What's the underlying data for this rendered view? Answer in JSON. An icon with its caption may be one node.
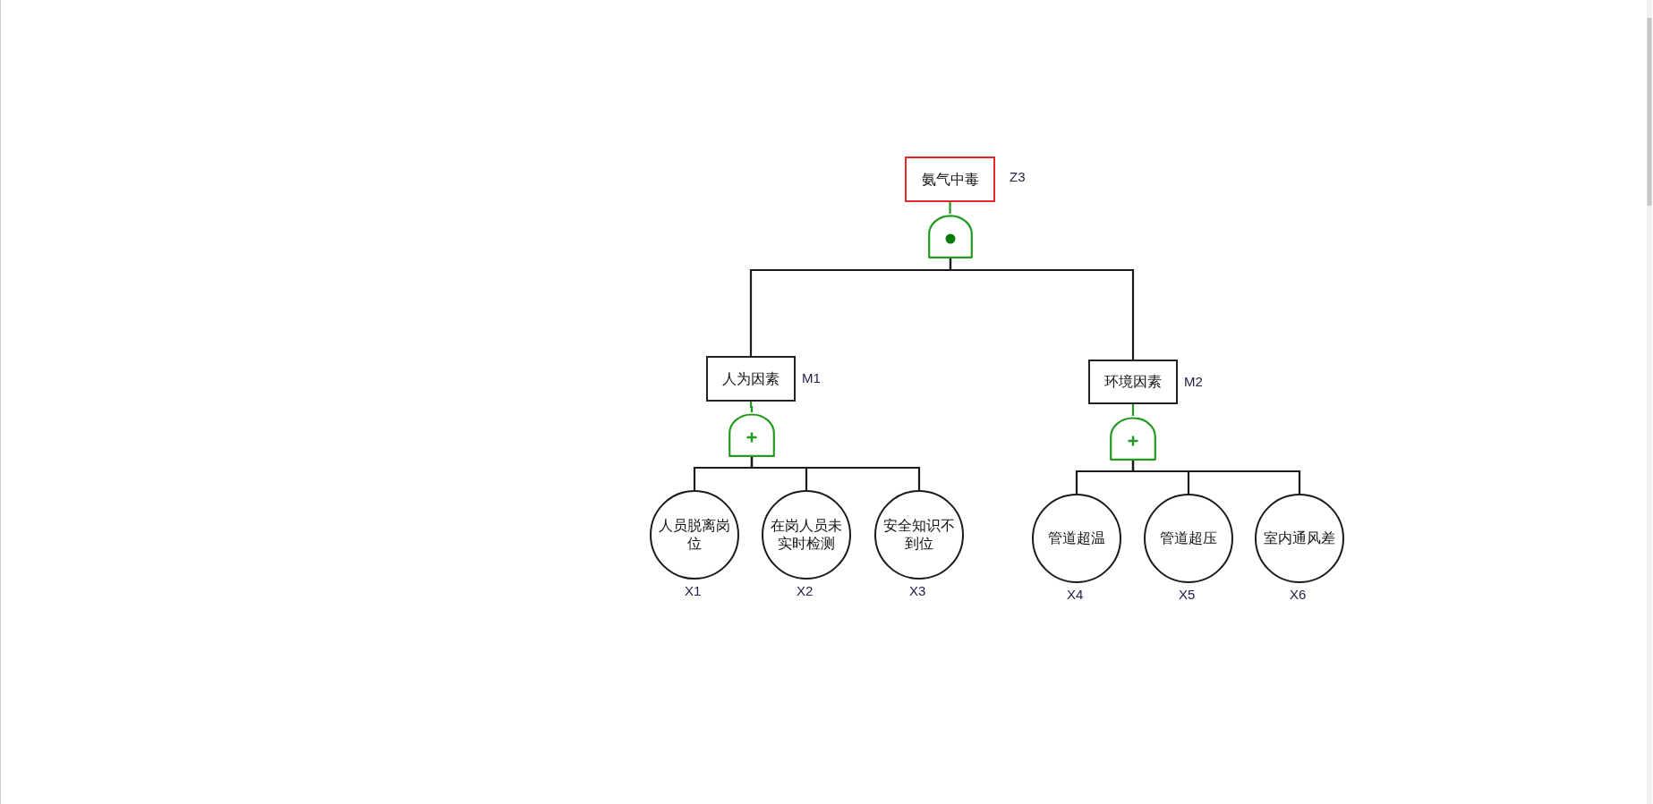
{
  "diagram": {
    "nodes": [
      {
        "text": [
          "氨气中毒"
        ],
        "beside": [
          "Z3"
        ]
      },
      {
        "text": [],
        "shape": "gate"
      },
      {
        "text": [
          "人为因素"
        ],
        "beside": [
          "M1"
        ]
      },
      {
        "text": [],
        "shape": "gate"
      },
      {
        "text": [
          "环境因素"
        ],
        "beside": [
          "M2"
        ]
      },
      {
        "text": [],
        "shape": "gate"
      },
      {
        "text": [
          "人员脱离岗位"
        ],
        "beside": [
          "X1"
        ]
      },
      {
        "text": [
          "在岗人员未实时检测"
        ],
        "beside": [
          "X2"
        ]
      },
      {
        "text": [
          "安全知识不到位"
        ],
        "beside": [
          "X3"
        ]
      },
      {
        "text": [
          "管道超温"
        ],
        "beside": [
          "X4"
        ]
      },
      {
        "text": [
          "管道超压"
        ],
        "beside": [
          "X5"
        ]
      },
      {
        "text": [
          "室内通风差"
        ],
        "beside": [
          "X6"
        ]
      }
    ],
    "edges": [
      {
        "from": 0,
        "to": 1,
        "arrow": "none",
        "color": "#229a22"
      },
      {
        "from": 1,
        "to": 2,
        "arrow": "none"
      },
      {
        "from": 1,
        "to": 4,
        "arrow": "none"
      },
      {
        "from": 2,
        "to": 3,
        "arrow": "none",
        "color": "#229a22"
      },
      {
        "from": 4,
        "to": 5,
        "arrow": "none",
        "color": "#229a22"
      },
      {
        "from": 3,
        "to": 6,
        "arrow": "none"
      },
      {
        "from": 3,
        "to": 7,
        "arrow": "none"
      },
      {
        "from": 3,
        "to": 8,
        "arrow": "none"
      },
      {
        "from": 5,
        "to": 9,
        "arrow": "none"
      },
      {
        "from": 5,
        "to": 10,
        "arrow": "none"
      },
      {
        "from": 5,
        "to": 11,
        "arrow": "none"
      }
    ]
  }
}
